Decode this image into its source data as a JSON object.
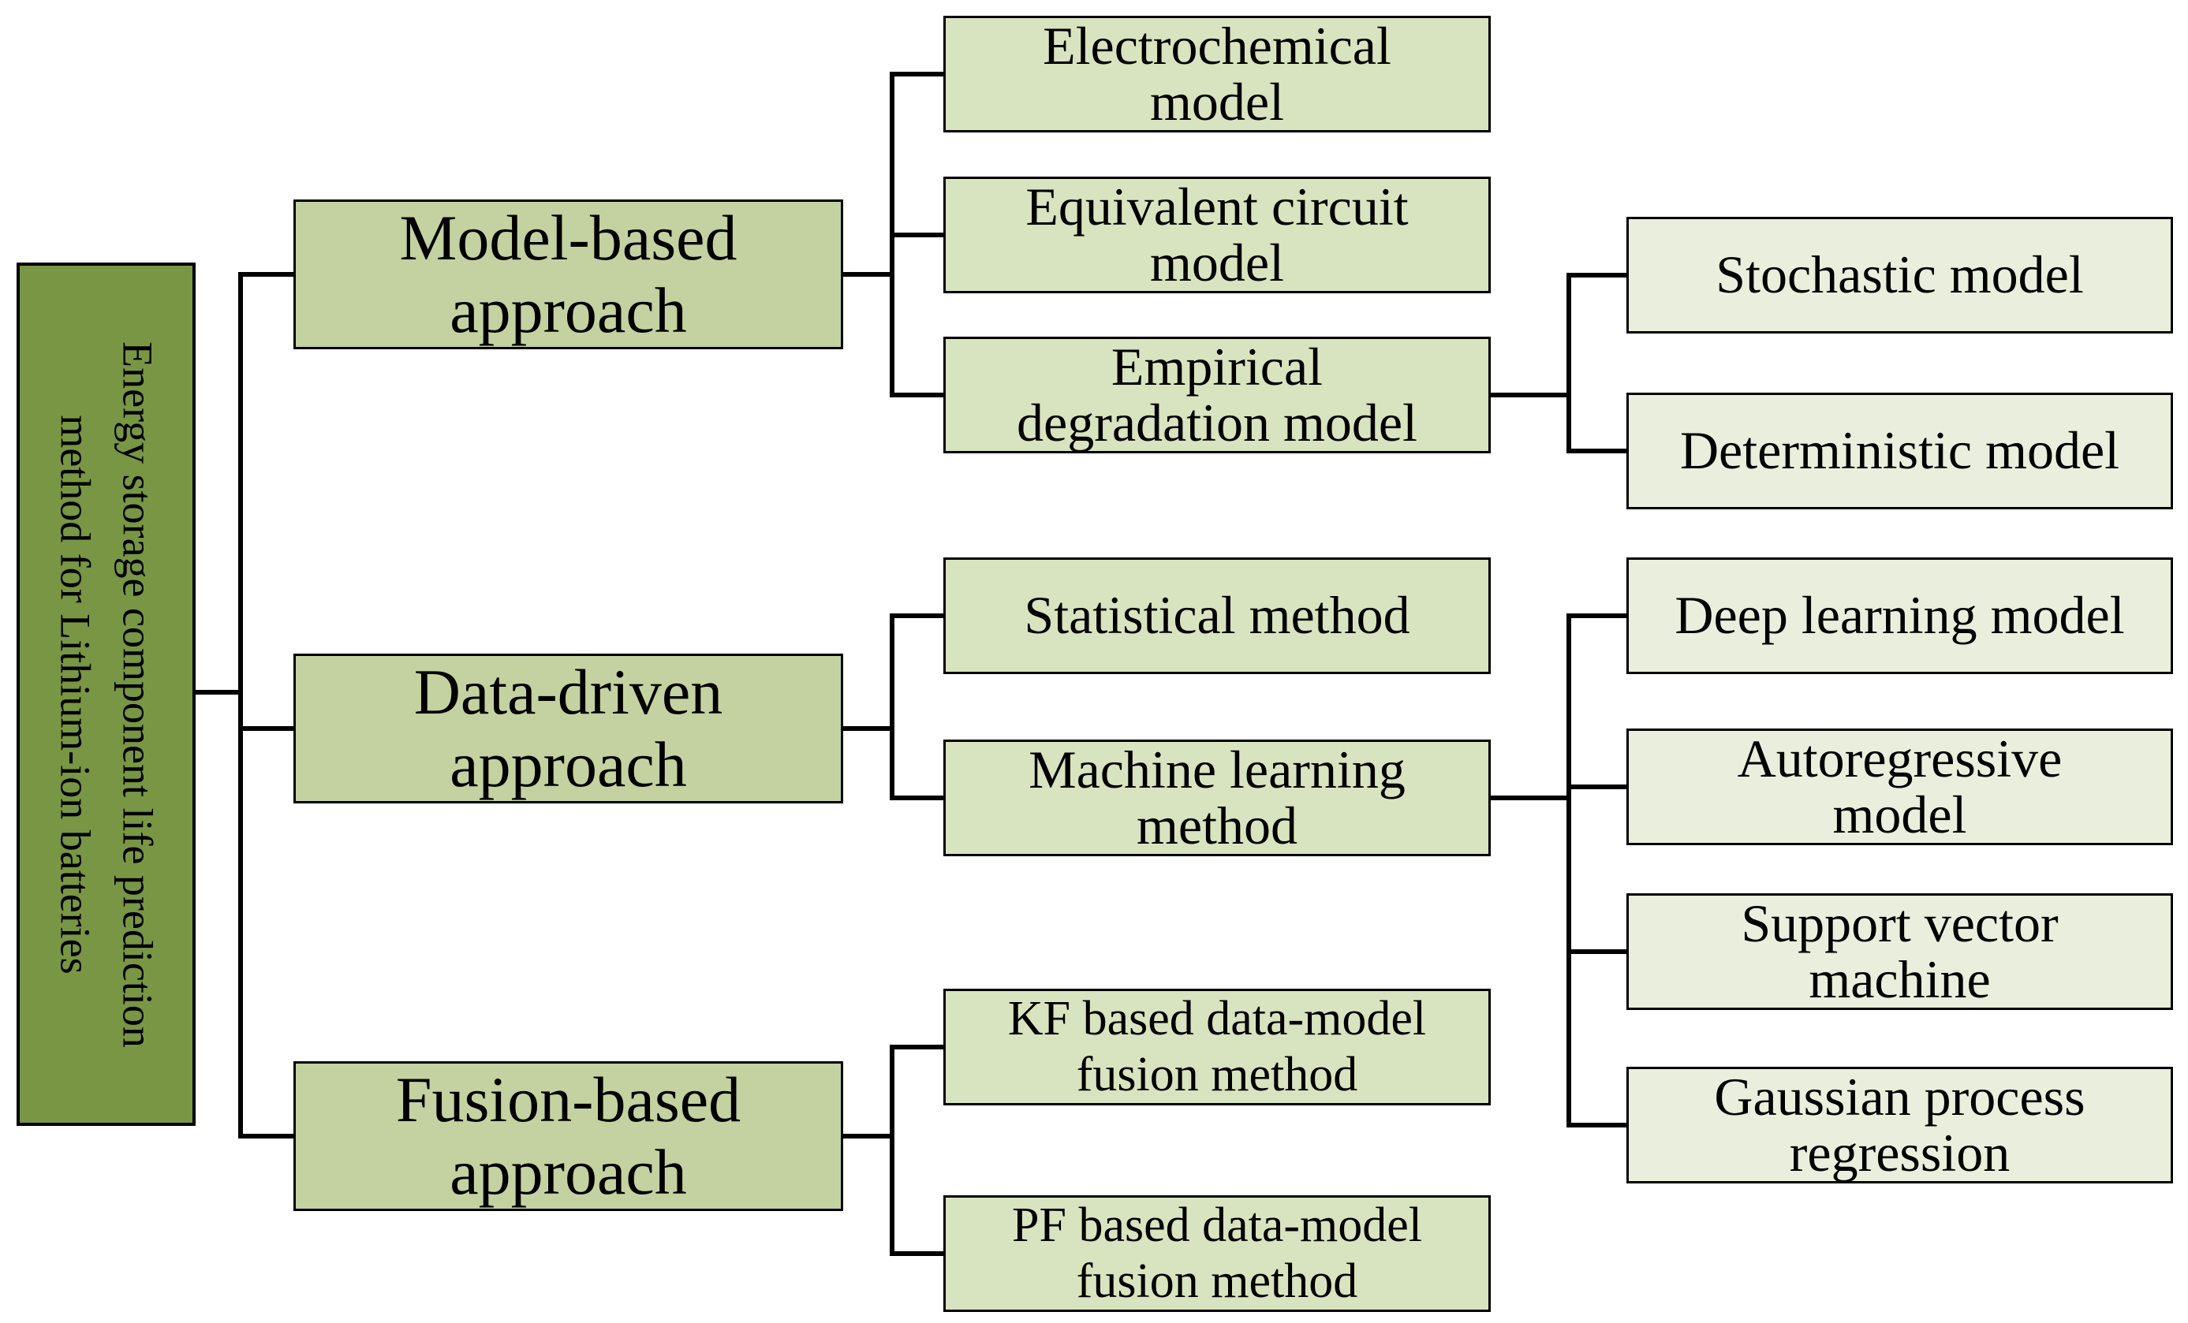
{
  "diagram_title": "Energy storage component life prediction method for Lithium-ion batteries",
  "colors": {
    "root_fill": "#789644",
    "level1_fill": "#c3d2a0",
    "level2_fill": "#d8e3c0",
    "level3_fill": "#e9efdc",
    "border": "#000000",
    "connector": "#000000",
    "text": "#000000",
    "background": "#ffffff"
  },
  "tree": {
    "root": {
      "label": "Energy storage component life prediction\nmethod for Lithium-ion batteries"
    },
    "approaches": [
      {
        "label": "Model-based\napproach",
        "children": [
          {
            "label": "Electrochemical\nmodel",
            "children": []
          },
          {
            "label": "Equivalent circuit\nmodel",
            "children": []
          },
          {
            "label": "Empirical\ndegradation model",
            "children": [
              {
                "label": "Stochastic model"
              },
              {
                "label": "Deterministic model"
              }
            ]
          }
        ]
      },
      {
        "label": "Data-driven\napproach",
        "children": [
          {
            "label": "Statistical method",
            "children": []
          },
          {
            "label": "Machine learning\nmethod",
            "children": [
              {
                "label": "Deep learning model"
              },
              {
                "label": "Autoregressive\nmodel"
              },
              {
                "label": "Support vector\nmachine"
              },
              {
                "label": "Gaussian process\nregression"
              }
            ]
          }
        ]
      },
      {
        "label": "Fusion-based\napproach",
        "children": [
          {
            "label": "KF based data-model\nfusion method",
            "children": []
          },
          {
            "label": "PF based data-model\nfusion method",
            "children": []
          }
        ]
      }
    ]
  }
}
